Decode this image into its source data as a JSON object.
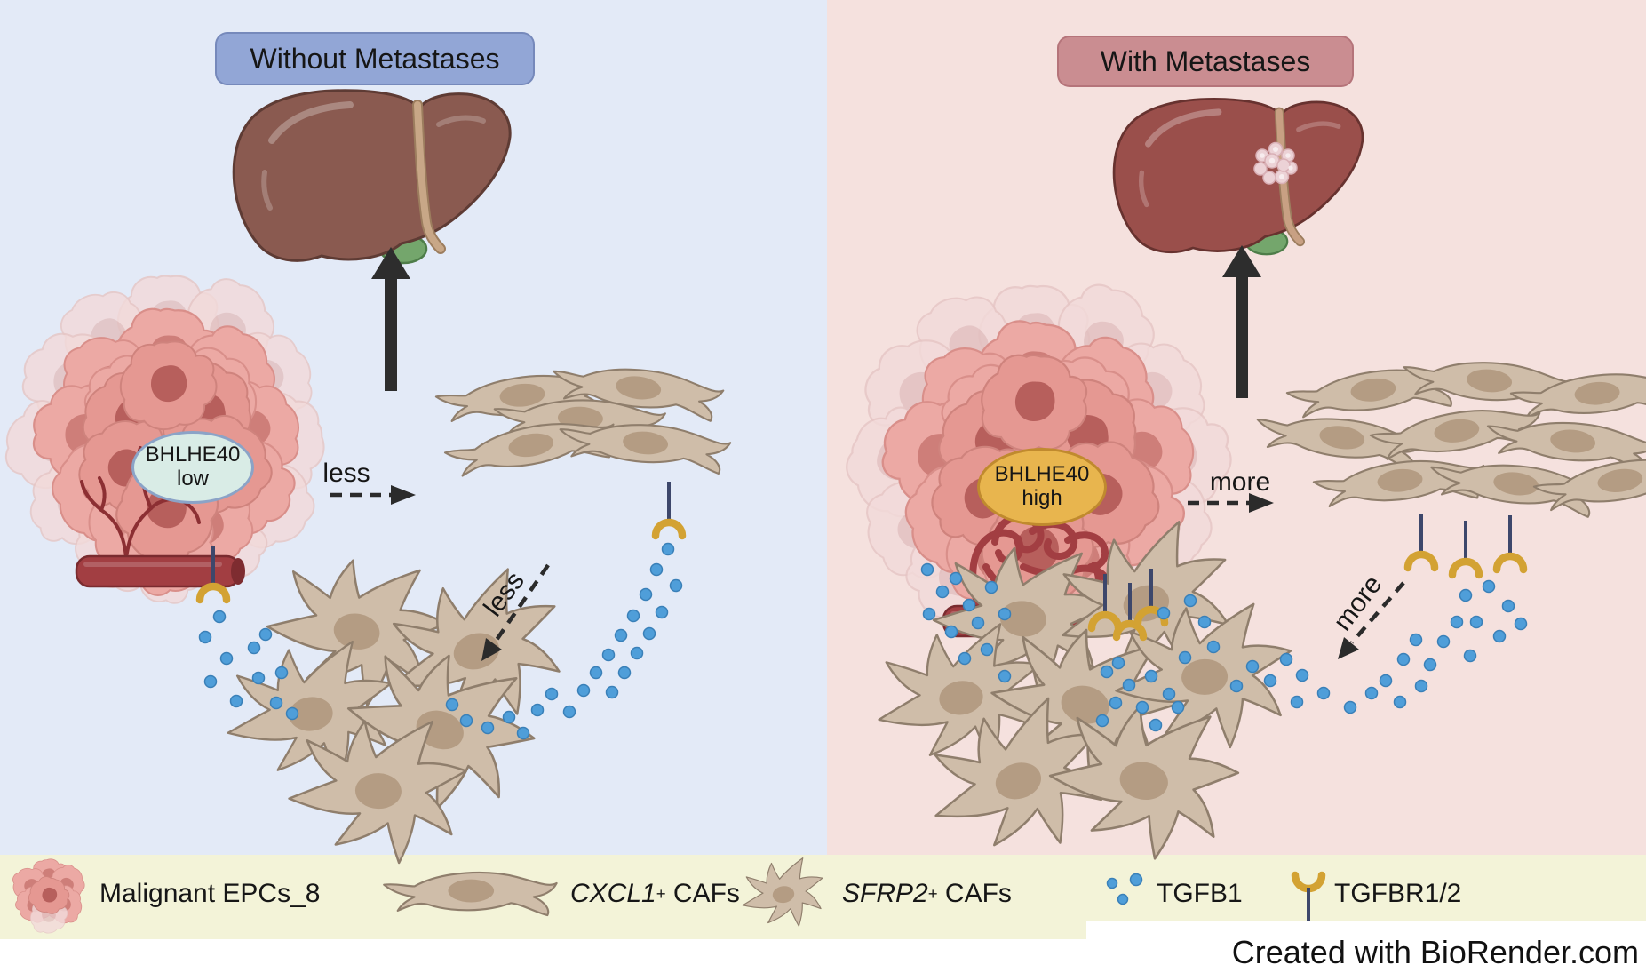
{
  "figure": {
    "credit": "Created with BioRender.com"
  },
  "panels": {
    "left": {
      "title": "Without Metastases",
      "background_color": "#e3eaf7",
      "title_pill_color": "#92a6d6",
      "tumor_label": {
        "line1": "BHLHE40",
        "line2": "low",
        "fill": "#d9ece6",
        "border": "#8ba3c7"
      },
      "secretion_arrow_label": "less",
      "signaling_arrow_label": "less"
    },
    "right": {
      "title": "With Metastases",
      "background_color": "#f5e1de",
      "title_pill_color": "#ca8d91",
      "tumor_label": {
        "line1": "BHLHE40",
        "line2": "high",
        "fill": "#e8b54e",
        "border": "#c08a2e"
      },
      "secretion_arrow_label": "more",
      "signaling_arrow_label": "more",
      "liver_has_metastasis": true
    }
  },
  "legend": {
    "background_color": "#f3f3d8",
    "items": [
      {
        "icon": "malignant-epc-cluster-icon",
        "label": "Malignant EPCs_8"
      },
      {
        "icon": "cxcl1-caf-icon",
        "gene": "CXCL1",
        "superscript": "+",
        "suffix": " CAFs"
      },
      {
        "icon": "sfrp2-caf-icon",
        "gene": "SFRP2",
        "superscript": "+",
        "suffix": " CAFs"
      },
      {
        "icon": "tgfb1-dots-icon",
        "label": "TGFB1"
      },
      {
        "icon": "tgfbr-receptor-icon",
        "label": "TGFBR1/2"
      }
    ]
  },
  "colors": {
    "tgfb1_dot": "#4f9ed9",
    "receptor_cup": "#d3a233",
    "receptor_stem": "#3d476b",
    "vessel": "#a23e42",
    "liver_left": "#8a5a50",
    "liver_right": "#9a4f4b",
    "caf_cell": "#cfbda9",
    "malignant_cell": "#eca9a4"
  }
}
